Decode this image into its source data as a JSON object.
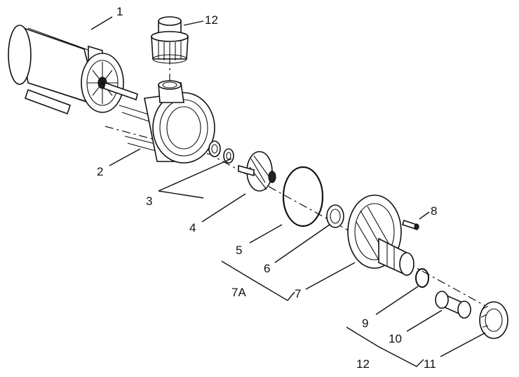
{
  "callouts": {
    "c1": "1",
    "c2": "2",
    "c3": "3",
    "c4": "4",
    "c5": "5",
    "c6": "6",
    "c7": "7",
    "c7a": "7A",
    "c8": "8",
    "c9": "9",
    "c10": "10",
    "c11": "11",
    "c12_top": "12",
    "c12_bottom": "12"
  }
}
